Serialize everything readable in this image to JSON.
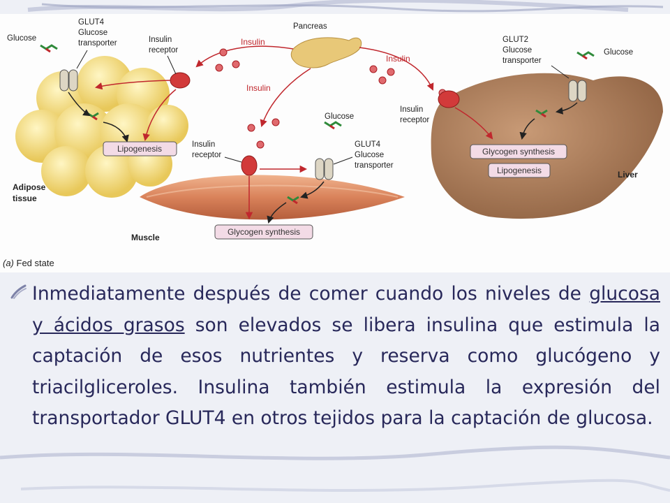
{
  "diagram": {
    "pancreas_label": "Pancreas",
    "insulin_label": "Insulin",
    "adipose": {
      "glucose_label": "Glucose",
      "transporter_lines": [
        "GLUT4",
        "Glucose",
        "transporter"
      ],
      "receptor_lines": [
        "Insulin",
        "receptor"
      ],
      "process": "Lipogenesis",
      "tissue_lines": [
        "Adipose",
        "tissue"
      ]
    },
    "muscle": {
      "glucose_label": "Glucose",
      "transporter_lines": [
        "GLUT4",
        "Glucose",
        "transporter"
      ],
      "receptor_lines": [
        "Insulin",
        "receptor"
      ],
      "process": "Glycogen synthesis",
      "tissue_label": "Muscle"
    },
    "liver": {
      "glucose_label": "Glucose",
      "transporter_lines": [
        "GLUT2",
        "Glucose",
        "transporter"
      ],
      "receptor_lines": [
        "Insulin",
        "receptor"
      ],
      "processes": [
        "Glycogen synthesis",
        "Lipogenesis"
      ],
      "tissue_label": "Liver"
    },
    "caption_letter": "(a)",
    "caption_text": "Fed state"
  },
  "text": {
    "part1": "Inmediatamente después de comer cuando los niveles de ",
    "underlined": "glucosa y ácidos grasos",
    "part2": " son elevados se libera insulina que estimula la captación de esos nutrientes y reserva como glucógeno y triacilgliceroles. Insulina también estimula  la expresión del transportador GLUT4 en otros tejidos para la captación de glucosa."
  },
  "colors": {
    "insulin": "#c0272d",
    "adipose": "#f3dc7c",
    "muscle": "#d9825a",
    "liver": "#a97a58",
    "process_box": "#f3dbe6",
    "text": "#28285a"
  }
}
